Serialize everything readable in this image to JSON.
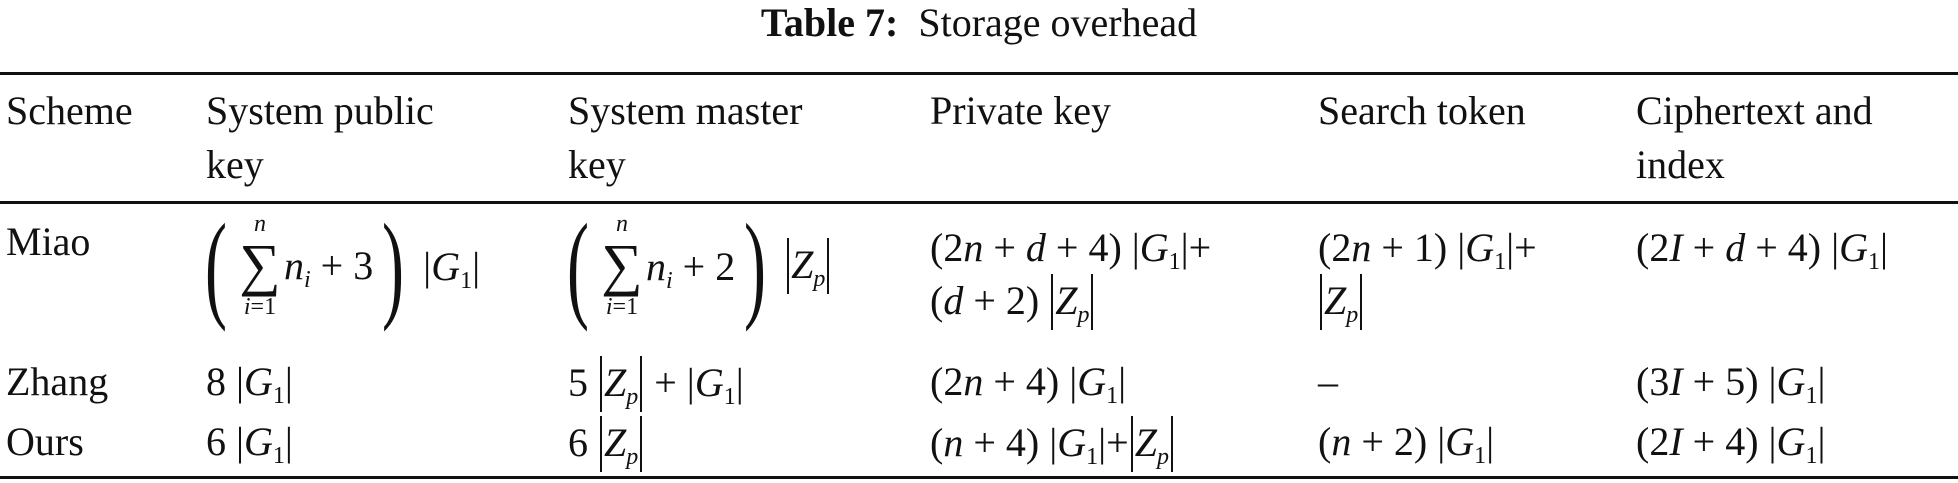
{
  "caption": {
    "label": "Table 7:",
    "title": "Storage overhead"
  },
  "headers": [
    [
      "Scheme"
    ],
    [
      "System public",
      "key"
    ],
    [
      "System master",
      "key"
    ],
    [
      "Private key"
    ],
    [
      "Search token"
    ],
    [
      "Ciphertext and",
      "index"
    ]
  ],
  "rows": [
    {
      "scheme": "Miao",
      "public_key": "(∑_{i=1}^{n} n_i + 3) |G1|",
      "master_key": "(∑_{i=1}^{n} n_i + 2) |Zp|",
      "private_key": [
        "(2n + d + 4) |G1|+",
        "(d + 2) |Zp|"
      ],
      "search_token": [
        "(2n + 1) |G1|+",
        "|Zp|"
      ],
      "ciphertext": "(2I + d + 4) |G1|"
    },
    {
      "scheme": "Zhang",
      "public_key": "8 |G1|",
      "master_key": "5 |Zp| + |G1|",
      "private_key": "(2n + 4) |G1|",
      "search_token": "–",
      "ciphertext": "(3I + 5) |G1|"
    },
    {
      "scheme": "Ours",
      "public_key": "6 |G1|",
      "master_key": "6 |Zp|",
      "private_key": "(n + 4) |G1|+|Zp|",
      "search_token": "(n + 2) |G1|",
      "ciphertext": "(2I + 4) |G1|"
    }
  ]
}
